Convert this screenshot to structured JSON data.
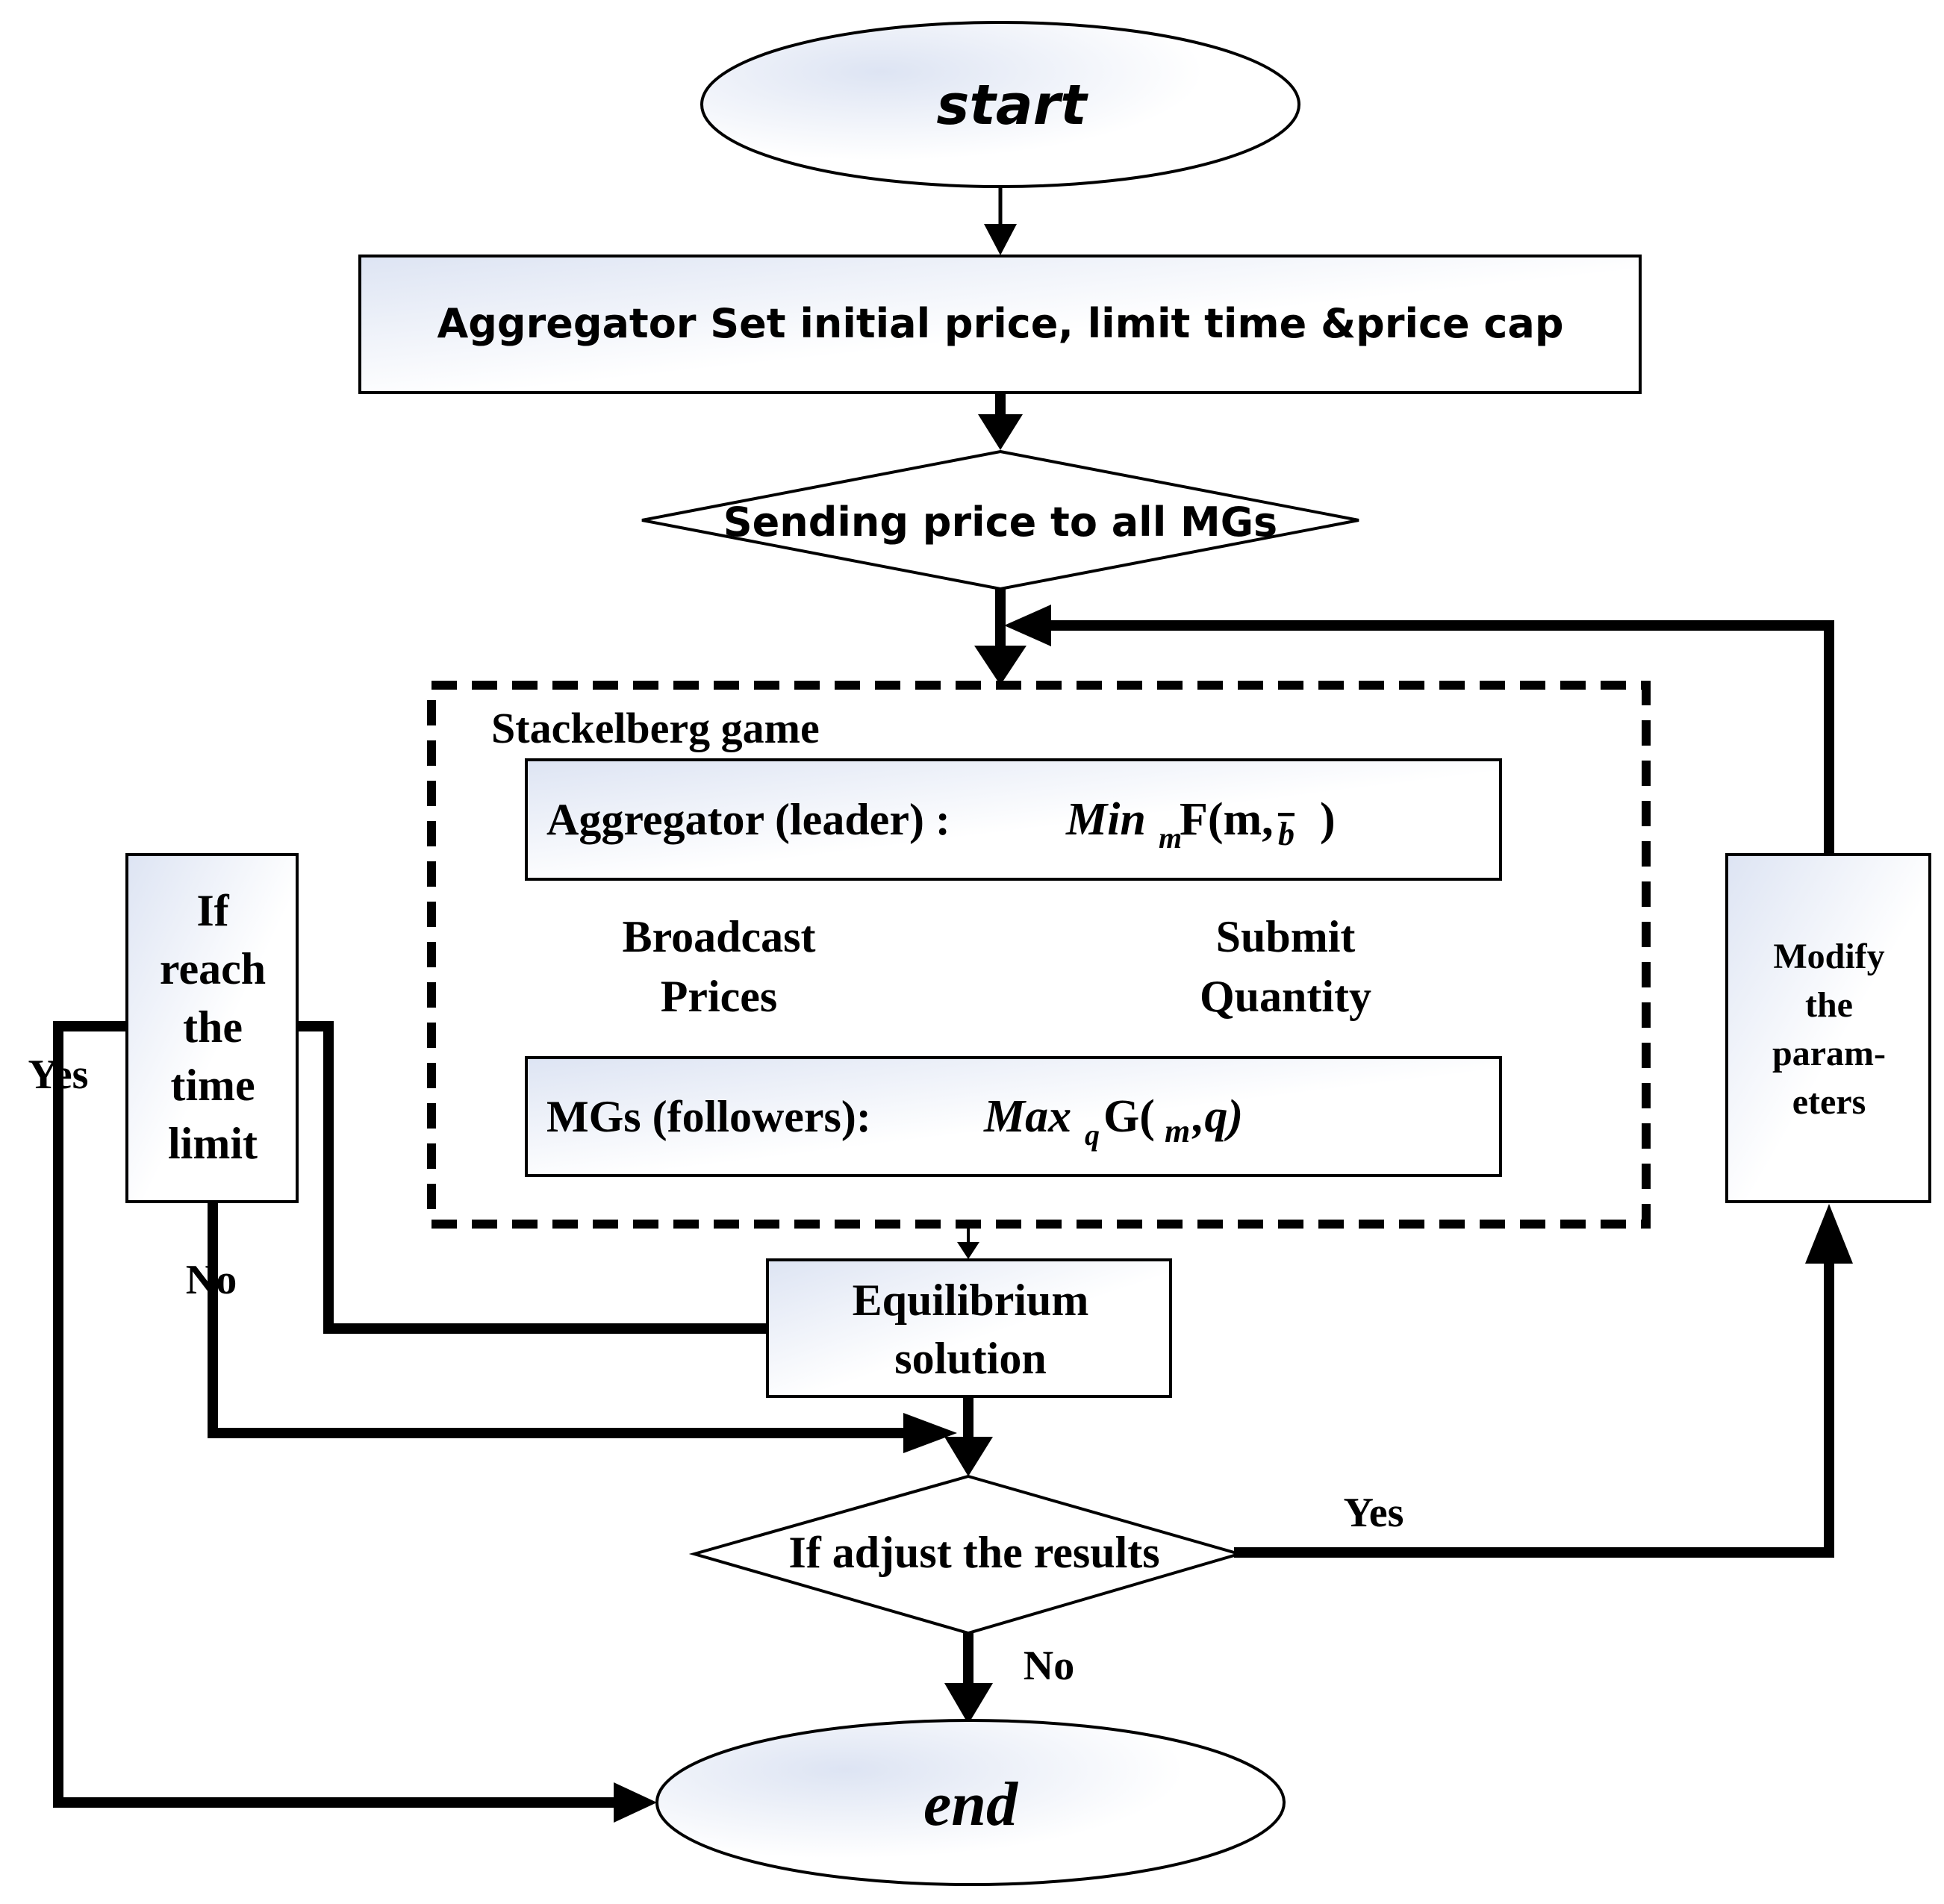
{
  "nodes": {
    "start": "start",
    "aggregator_set": "Aggregator Set initial price, limit time &price cap",
    "sending": "Sending price to all MGs",
    "game_title": "Stackelberg game",
    "leader": {
      "label": "Aggregator (leader) :",
      "formula_head": "Min",
      "formula_sub": "m",
      "formula_tail": "F(m,",
      "formula_overline": "b",
      "formula_close": ")"
    },
    "followers": {
      "label": "MGs (followers):",
      "formula_head": "Max",
      "formula_sub": "q",
      "formula_tail": "G(",
      "formula_mid": "m",
      "formula_close": ",q)"
    },
    "broadcast": [
      "Broadcast",
      "Prices"
    ],
    "submit": [
      "Submit",
      "Quantity"
    ],
    "time_limit": [
      "If",
      "reach",
      "the",
      "time",
      "limit"
    ],
    "modify": [
      "Modify",
      "the",
      "param-",
      "eters"
    ],
    "equilibrium": [
      "Equilibrium",
      "solution"
    ],
    "adjust": "If adjust the results",
    "end": "end"
  },
  "edge_labels": {
    "time_yes": "Yes",
    "time_no": "No",
    "adjust_yes": "Yes",
    "adjust_no": "No"
  },
  "colors": {
    "stroke": "#000000",
    "shape_fill_light": "#ffffff",
    "shape_fill_tint": "#dde4f3"
  }
}
